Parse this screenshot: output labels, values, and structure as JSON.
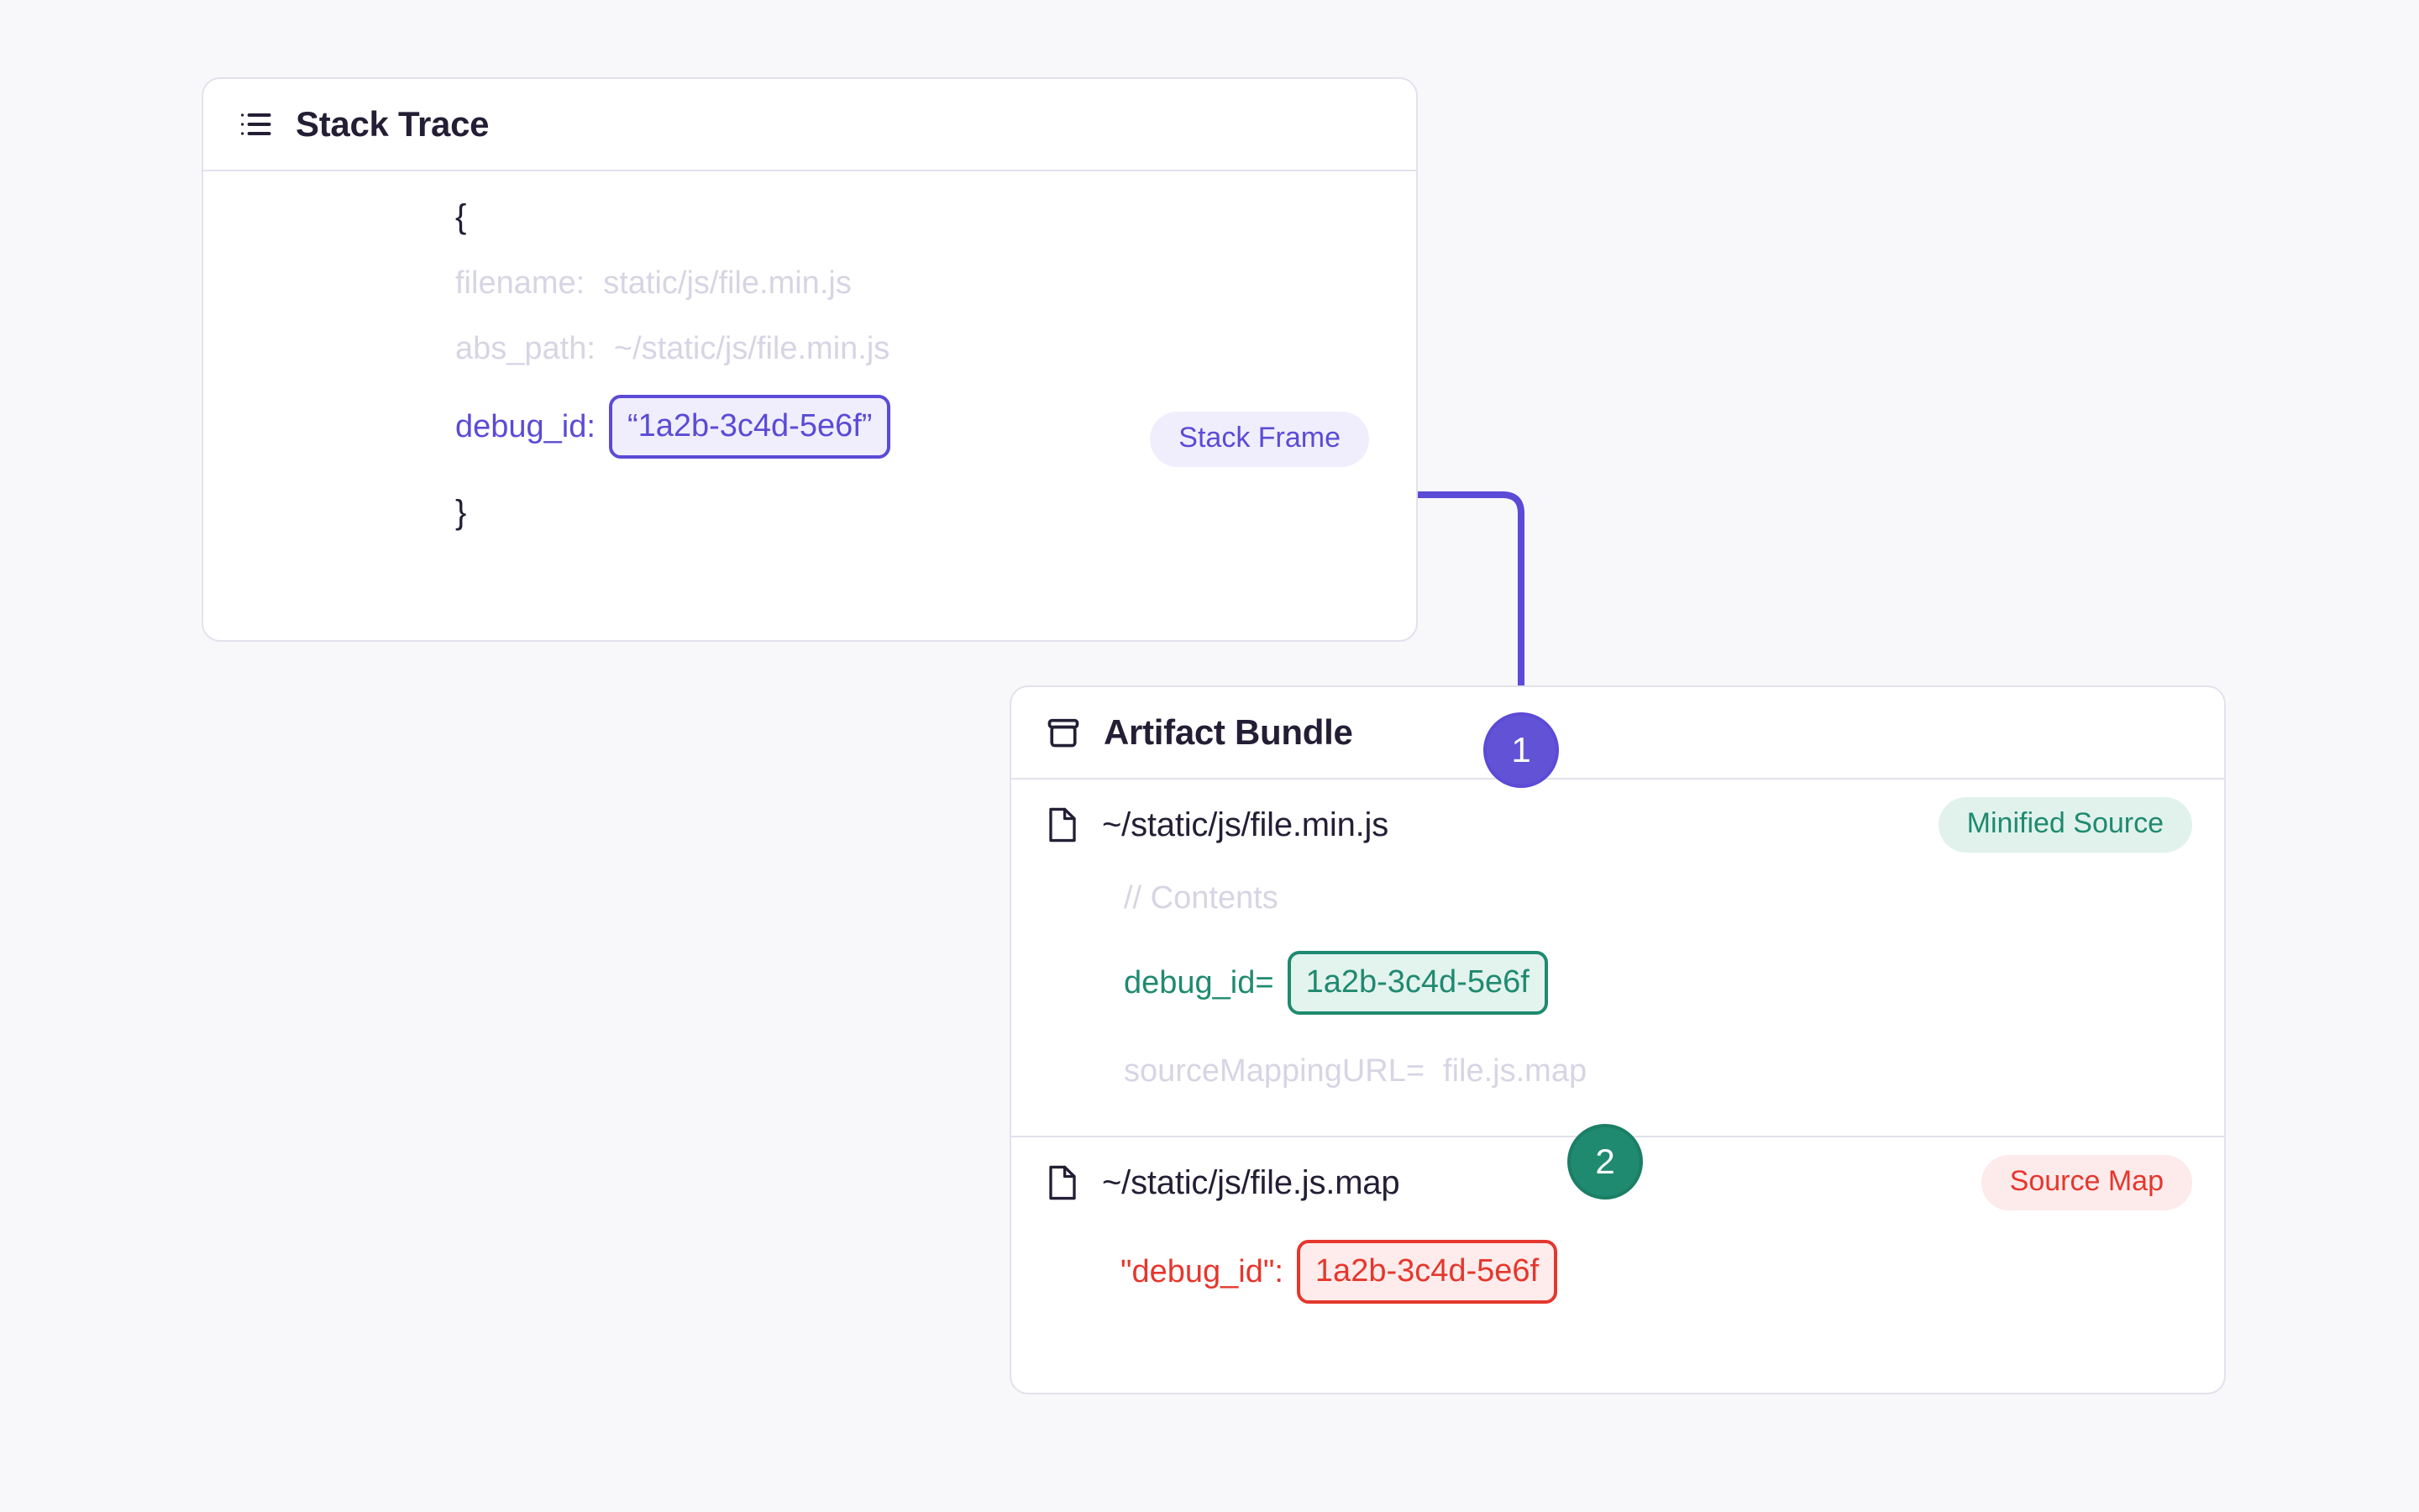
{
  "colors": {
    "background": "#f8f8fb",
    "card_border": "#e3e1ec",
    "indigo": "#5b4bd6",
    "green": "#1f8a70",
    "red": "#e5372d",
    "muted": "#d7d5e4",
    "text": "#241e35"
  },
  "stack_trace": {
    "title": "Stack Trace",
    "icon": "list-icon",
    "badge": "Stack Frame",
    "open_brace": "{",
    "close_brace": "}",
    "rows": [
      {
        "key": "filename:",
        "value": "static/js/file.min.js"
      },
      {
        "key": "abs_path:",
        "value": "~/static/js/file.min.js"
      }
    ],
    "debug_id_key": "debug_id:",
    "debug_id_value": "“1a2b-3c4d-5e6f”"
  },
  "artifact_bundle": {
    "title": "Artifact Bundle",
    "icon": "archive-box-icon",
    "minified_source": {
      "file_icon": "file-icon",
      "file_name": "~/static/js/file.min.js",
      "badge": "Minified Source",
      "comment": "// Contents",
      "debug_id_key": "debug_id=",
      "debug_id_value": "1a2b-3c4d-5e6f",
      "source_mapping_key": "sourceMappingURL=",
      "source_mapping_value": "file.js.map"
    },
    "source_map": {
      "file_icon": "file-icon",
      "file_name": "~/static/js/file.js.map",
      "badge": "Source Map",
      "debug_id_key": "\"debug_id\":",
      "debug_id_value": "1a2b-3c4d-5e6f"
    }
  },
  "steps": [
    {
      "label": "1",
      "color": "#6253d6"
    },
    {
      "label": "2",
      "color": "#1f8a70"
    }
  ]
}
